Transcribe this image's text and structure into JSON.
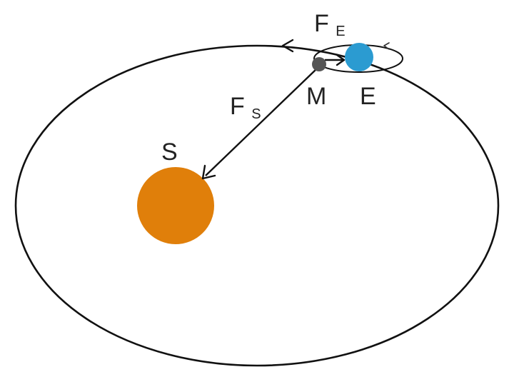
{
  "labels": {
    "sun": "S",
    "earth": "E",
    "moon": "M",
    "force_sun_main": "F",
    "force_sun_sub": "S",
    "force_earth_main": "F",
    "force_earth_sub": "E"
  },
  "colors": {
    "background": "#ffffff",
    "orbit_stroke": "#111111",
    "sun_fill": "#e07f0a",
    "earth_fill": "#2b9bd1",
    "moon_fill": "#555555",
    "arrow_stroke": "#111111",
    "text": "#222222"
  }
}
